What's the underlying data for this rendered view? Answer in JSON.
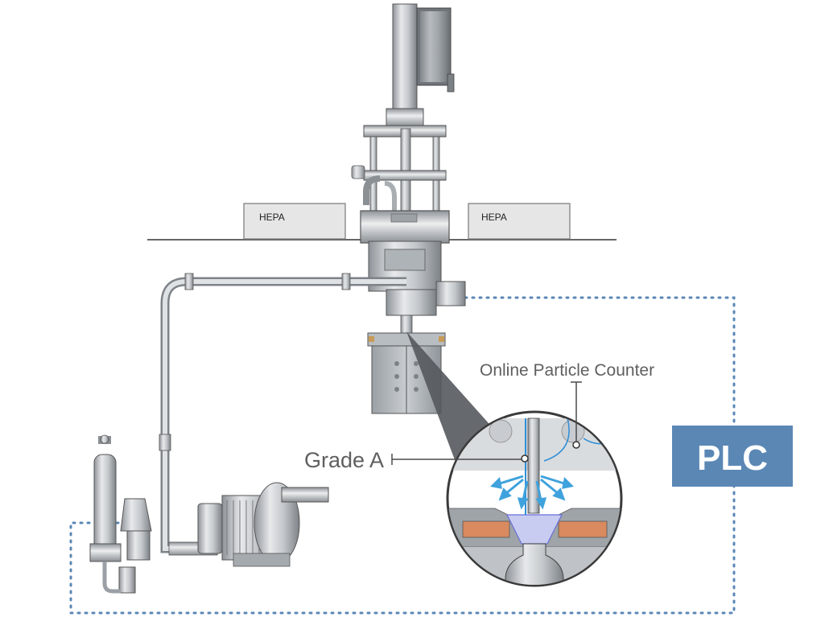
{
  "labels": {
    "hepa_left": "HEPA",
    "hepa_right": "HEPA",
    "online_particle_counter": "Online Particle Counter",
    "grade_a": "Grade A",
    "plc": "PLC"
  },
  "colors": {
    "plc_box": "#5b87b5",
    "plc_text": "#ffffff",
    "dotted_line": "#5b87b5",
    "airflow_arrows": "#3fa2dd",
    "flow_channel": "#2f8fd8",
    "heater_blocks": "#d98a5f",
    "machine_metal": "#b9bec3",
    "hepa_fill": "#e6e6e6"
  },
  "icons": {
    "detail_view": "magnifier-callout",
    "airflow": "airflow-arrows"
  }
}
